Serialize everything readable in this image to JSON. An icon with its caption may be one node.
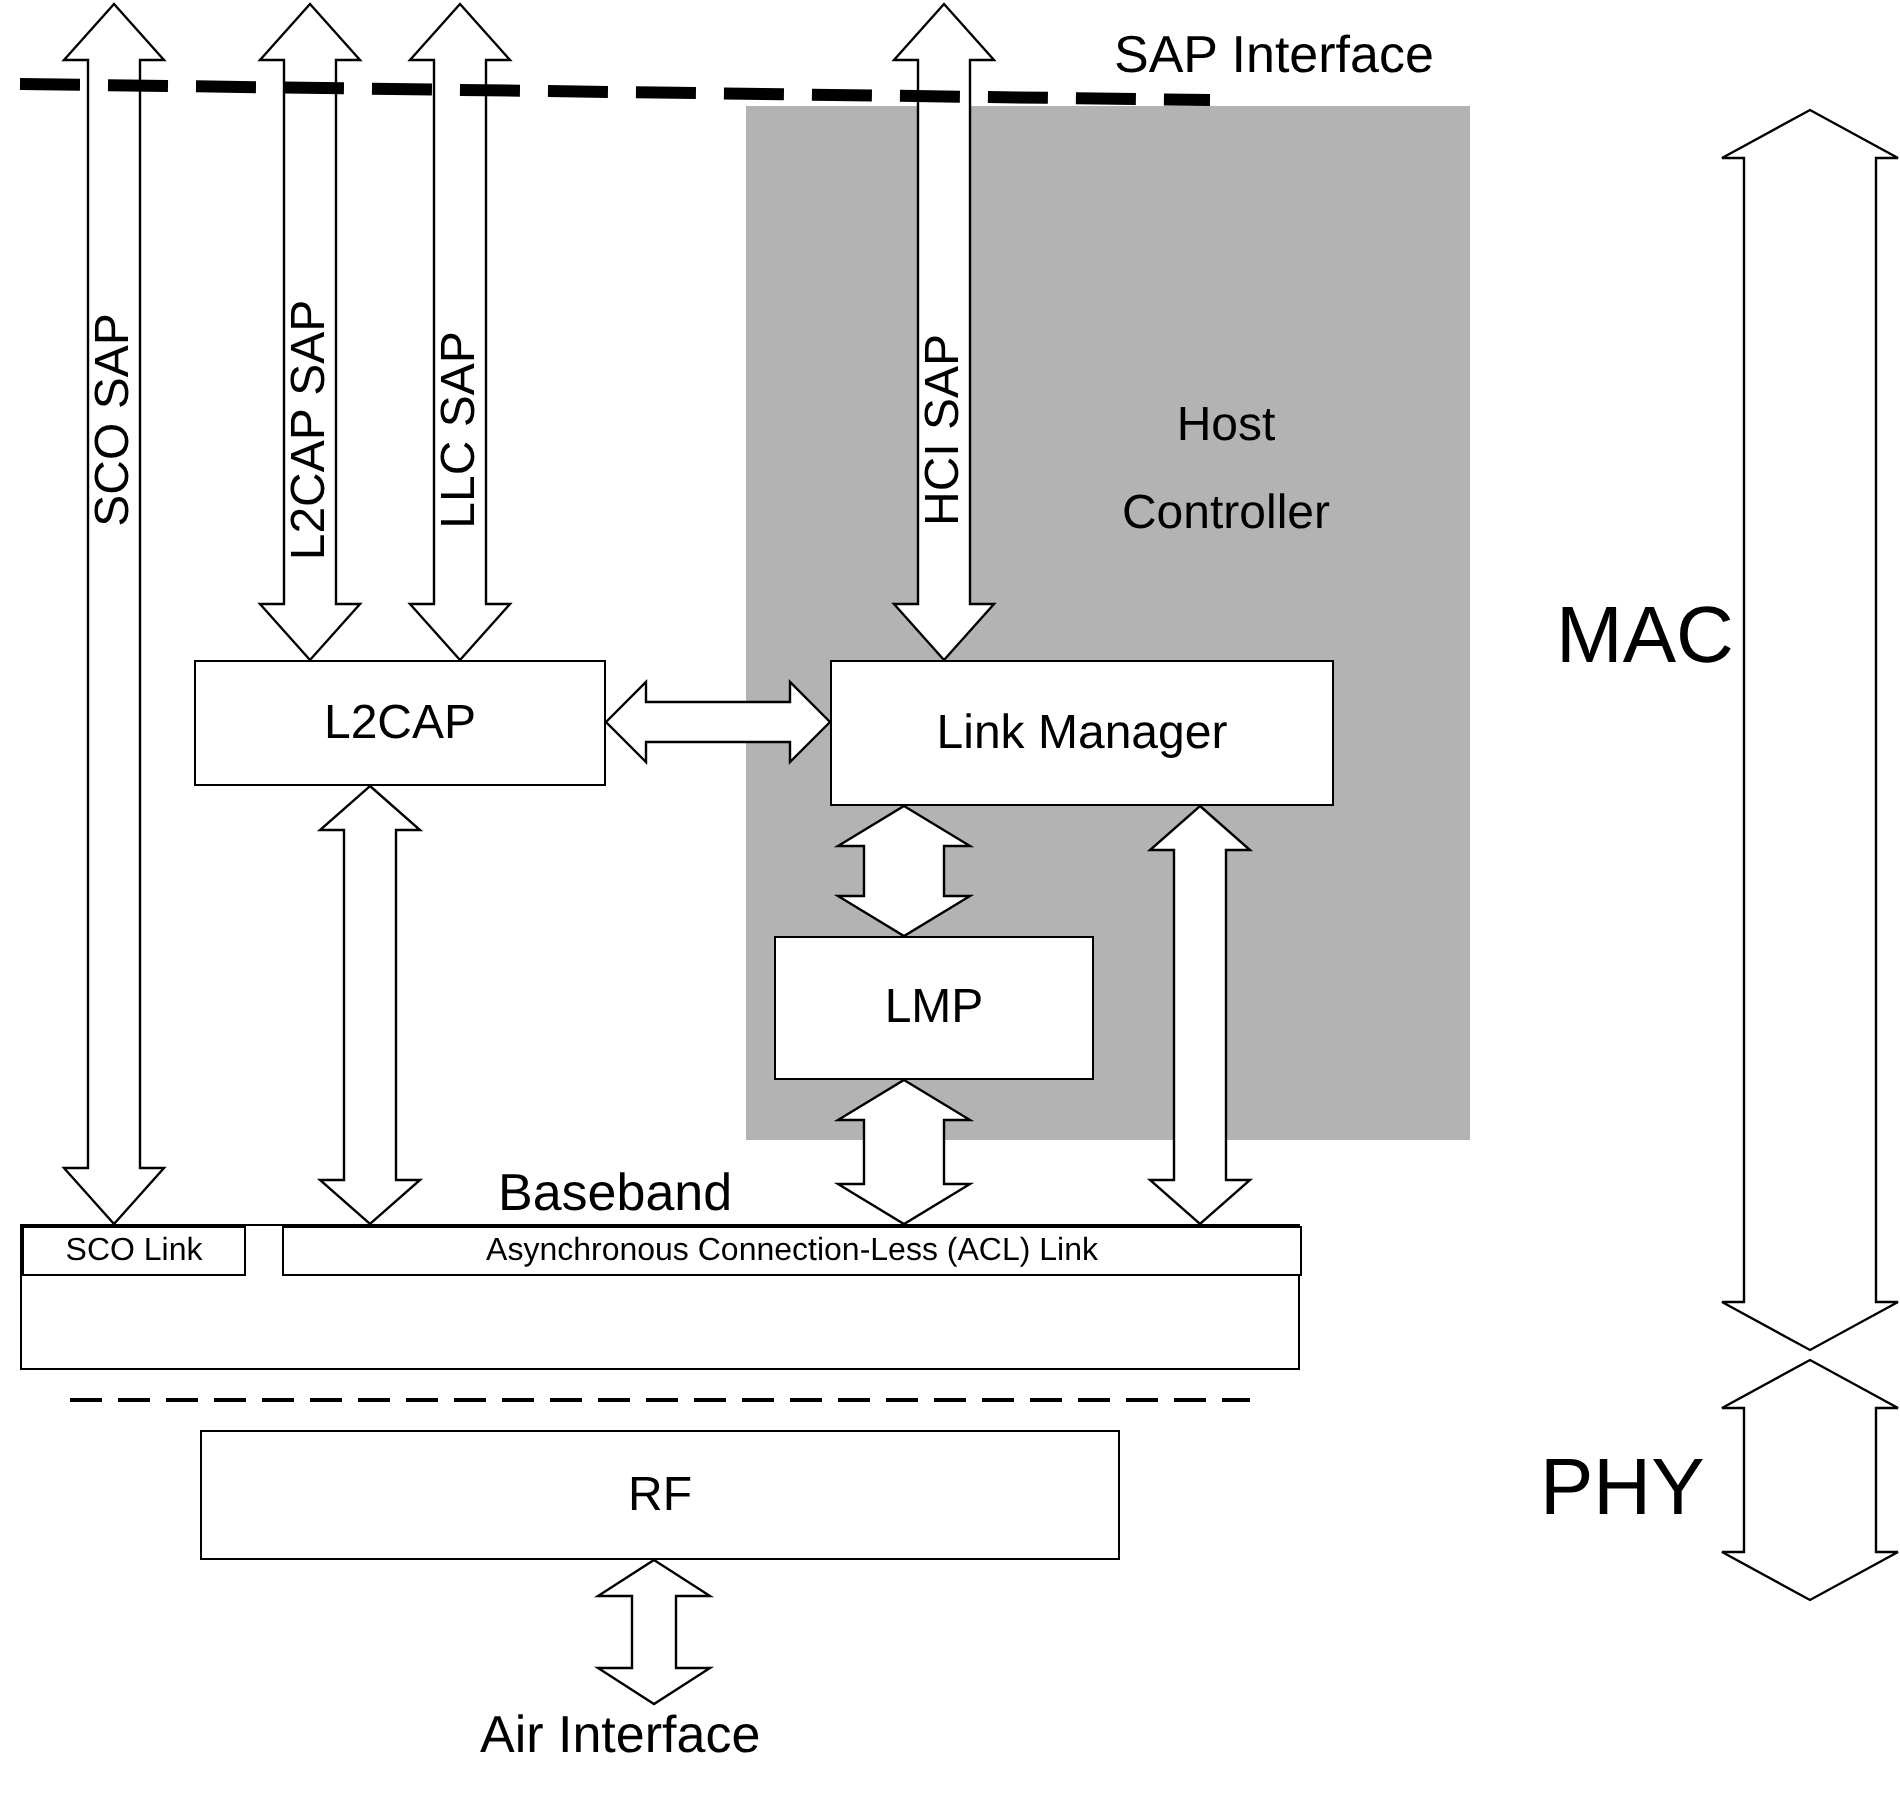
{
  "diagram": {
    "nodes": [
      {
        "text": [
          "Host Controller"
        ]
      },
      {
        "text": [
          "L2CAP"
        ]
      },
      {
        "text": [
          "Link Manager"
        ],
        "in": 0
      },
      {
        "text": [
          "LMP"
        ],
        "in": 0
      },
      {
        "text": [
          "Baseband"
        ]
      },
      {
        "text": [
          "SCO Link"
        ],
        "in": 4
      },
      {
        "text": [
          "Asynchronous Connection-Less (ACL) Link"
        ],
        "in": 4
      },
      {
        "text": [
          "RF"
        ]
      },
      {
        "text": [
          "Air Interface"
        ]
      },
      {
        "text": [],
        "shape": "arrow",
        "beside": [
          "MAC"
        ]
      },
      {
        "text": [],
        "shape": "arrow",
        "beside": [
          "PHY"
        ]
      }
    ],
    "edges": [
      {
        "from": null,
        "to": 5,
        "arrow": "both",
        "label": "SCO SAP"
      },
      {
        "from": null,
        "to": 1,
        "arrow": "both",
        "label": "L2CAP SAP"
      },
      {
        "from": null,
        "to": 1,
        "arrow": "both",
        "label": "LLC SAP"
      },
      {
        "from": null,
        "to": 2,
        "arrow": "both",
        "label": "HCI SAP"
      },
      {
        "from": 1,
        "to": 2,
        "arrow": "both"
      },
      {
        "from": 1,
        "to": 6,
        "arrow": "both"
      },
      {
        "from": 2,
        "to": 3,
        "arrow": "both"
      },
      {
        "from": 3,
        "to": 6,
        "arrow": "both"
      },
      {
        "from": 2,
        "to": 6,
        "arrow": "both"
      },
      {
        "from": 7,
        "to": 8,
        "arrow": "both"
      }
    ],
    "labels": [
      "SAP Interface"
    ]
  }
}
